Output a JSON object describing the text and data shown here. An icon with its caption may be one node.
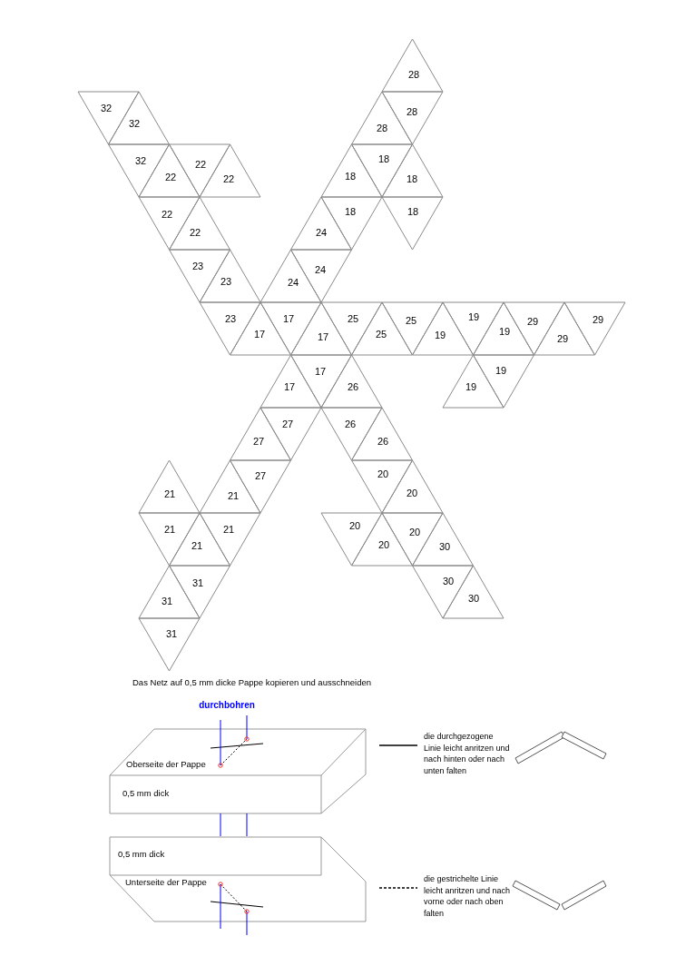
{
  "diagram": {
    "caption": "Das Netz auf 0,5 mm dicke Pappe kopieren und ausschneiden",
    "labels": [
      "28",
      "32",
      "28",
      "32",
      "28",
      "18",
      "32",
      "22",
      "18",
      "22",
      "22",
      "18",
      "18",
      "18",
      "22",
      "22",
      "24",
      "23",
      "24",
      "23",
      "24",
      "23",
      "17",
      "25",
      "19",
      "25",
      "29",
      "29",
      "19",
      "17",
      "25",
      "19",
      "17",
      "29",
      "17",
      "19",
      "17",
      "26",
      "19",
      "27",
      "26",
      "27",
      "26",
      "20",
      "27",
      "20",
      "21",
      "21",
      "20",
      "21",
      "21",
      "20",
      "20",
      "21",
      "30",
      "30",
      "31",
      "30",
      "31",
      "31",
      "durchbohren",
      "Oberseite der Pappe",
      "0,5 mm dick",
      "0,5 mm dick",
      "Unterseite der Pappe"
    ],
    "legend": [
      {
        "text": "die durchgezogene Linie leicht anritzen und nach hinten oder nach unten falten"
      },
      {
        "text": "die gestrichelte Linie leicht anritzen und nach vorne oder nach oben falten"
      }
    ]
  }
}
